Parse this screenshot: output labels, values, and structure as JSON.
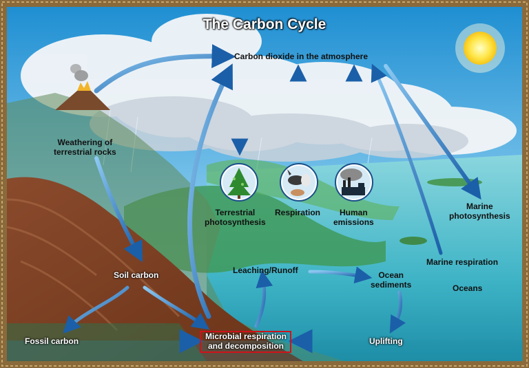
{
  "title": "The Carbon Cycle",
  "labels": {
    "atmosphere": "Carbon dioxide in the atmosphere",
    "weathering_line1": "Weathering of",
    "weathering_line2": "terrestrial rocks",
    "terrestrial_ps_line1": "Terrestrial",
    "terrestrial_ps_line2": "photosynthesis",
    "respiration": "Respiration",
    "human_line1": "Human",
    "human_line2": "emissions",
    "marine_ps_line1": "Marine",
    "marine_ps_line2": "photosynthesis",
    "soil_carbon": "Soil carbon",
    "leaching": "Leaching/Runoff",
    "ocean_sed_line1": "Ocean",
    "ocean_sed_line2": "sediments",
    "marine_respiration": "Marine respiration",
    "oceans": "Oceans",
    "fossil_carbon": "Fossil carbon",
    "microbial_line1": "Microbial respiration",
    "microbial_line2": "and decomposition",
    "uplifting": "Uplifting"
  },
  "icons": {
    "terrestrial": "tree-icon",
    "respiration": "animals-icon",
    "human": "factory-icon"
  },
  "colors": {
    "arrow_light": "#6fb4ea",
    "arrow_dark": "#1b5fa8",
    "highlight_box": "#d0121b",
    "frame": "#8a6a3b"
  }
}
